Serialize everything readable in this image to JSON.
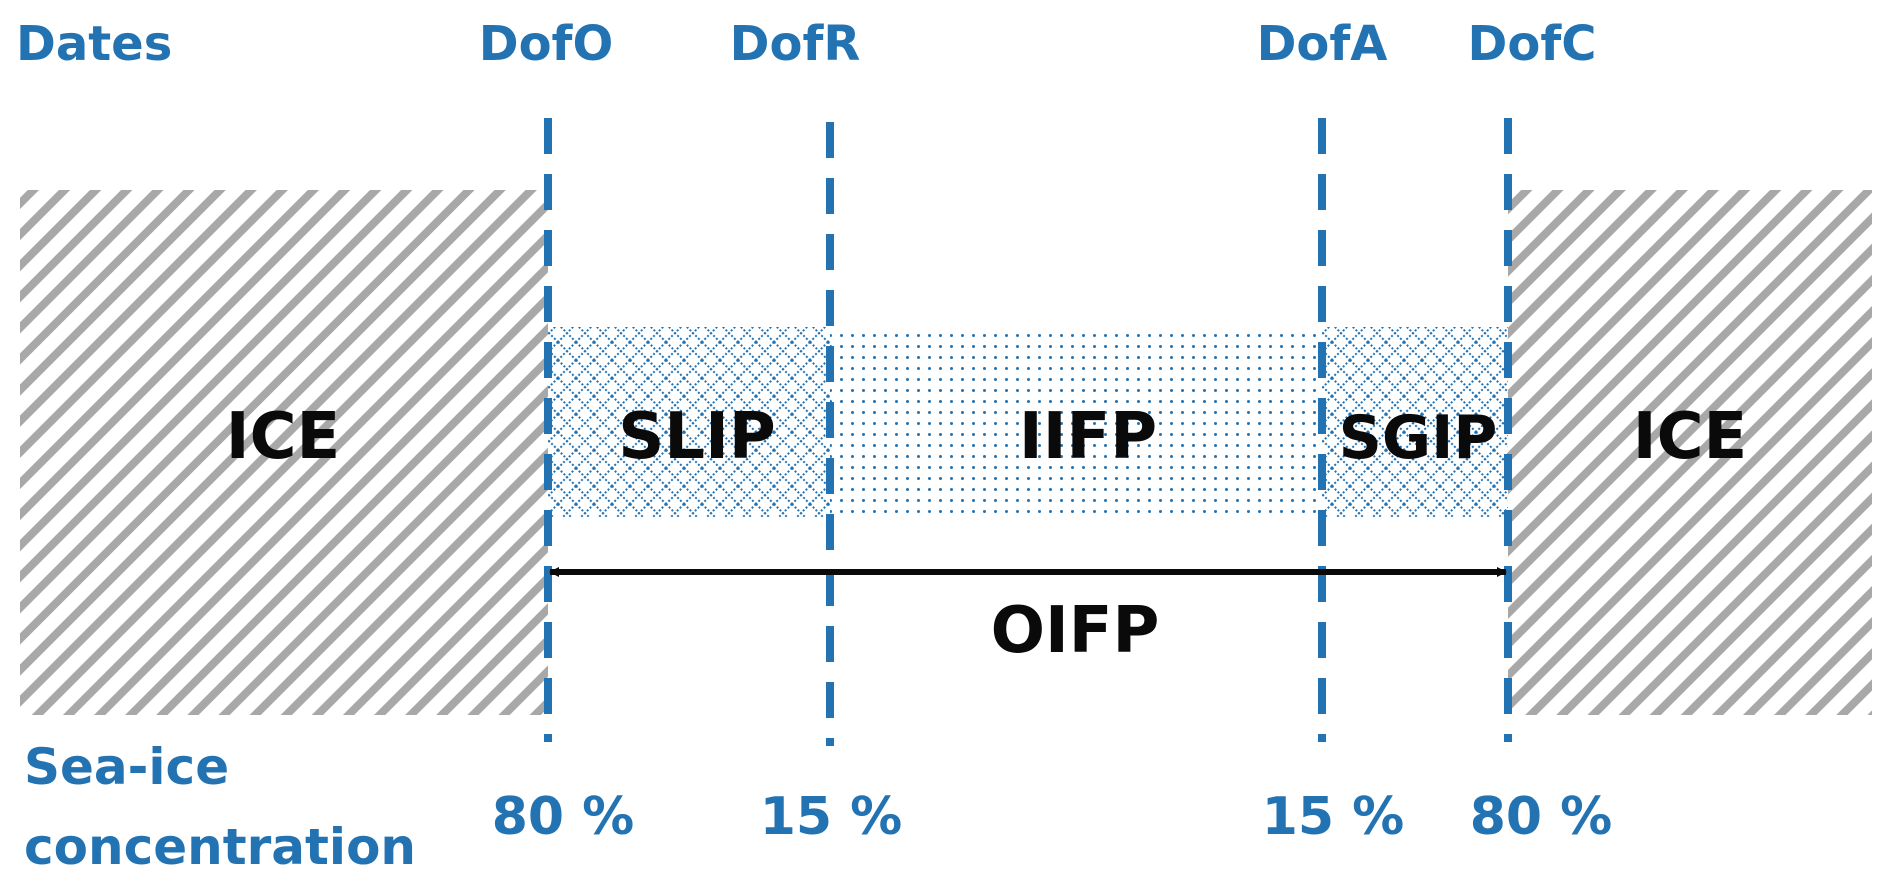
{
  "rows": {
    "dates_label": "Dates",
    "concentration_label_line1": "Sea-ice",
    "concentration_label_line2": "concentration"
  },
  "markers": [
    {
      "date": "DofO",
      "concentration": "80 %"
    },
    {
      "date": "DofR",
      "concentration": "15 %"
    },
    {
      "date": "DofA",
      "concentration": "15 %"
    },
    {
      "date": "DofC",
      "concentration": "80 %"
    }
  ],
  "periods": {
    "ice_left": "ICE",
    "slip": "SLIP",
    "iifp": "IIFP",
    "sgip": "SGIP",
    "ice_right": "ICE",
    "oifp": "OIFP"
  },
  "colors": {
    "accent_blue": "#2373b3",
    "ice_hatch": "#a8a8a8",
    "text_black": "#0a0a0a"
  }
}
